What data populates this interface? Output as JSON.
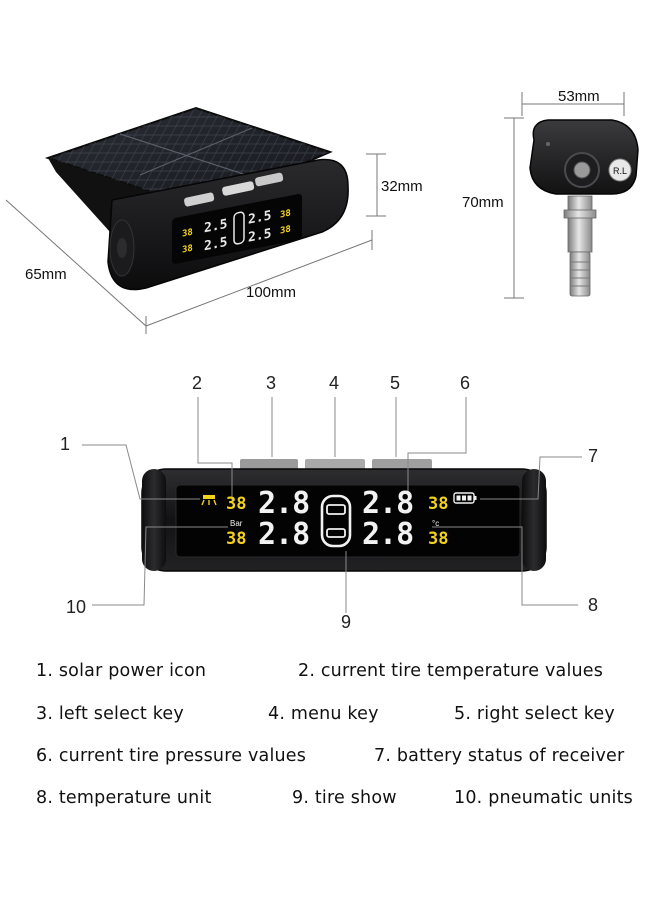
{
  "dimensions": {
    "depth": "65mm",
    "width": "100mm",
    "height": "32mm",
    "sensor_width": "53mm",
    "sensor_height": "70mm"
  },
  "sensor_label": "R.L",
  "display": {
    "left_temp_top": "38",
    "left_temp_bottom": "38",
    "right_temp_top": "38",
    "right_temp_bottom": "38",
    "pressure_fl": "2.8",
    "pressure_rl": "2.8",
    "pressure_fr": "2.8",
    "pressure_rr": "2.8",
    "pressure_unit": "Bar",
    "temp_unit": "°c"
  },
  "small_display": {
    "left_top": "38",
    "left_bottom": "38",
    "right_top": "38",
    "right_bottom": "38",
    "pressure_fl": "2.5",
    "pressure_rl": "2.5",
    "pressure_fr": "2.5",
    "pressure_rr": "2.5"
  },
  "callouts": [
    "1",
    "2",
    "3",
    "4",
    "5",
    "6",
    "7",
    "8",
    "9",
    "10"
  ],
  "legend": [
    "1. solar  power  icon",
    "2. current  tire  temperature  values",
    "3. left  select  key",
    "4. menu  key",
    "5. right  select key",
    "6. current tire pressure  values",
    "7. battery status of receiver",
    "8. temperature  unit",
    "9. tire  show",
    "10. pneumatic  units"
  ],
  "colors": {
    "lcd_white": "#f2f2f2",
    "lcd_yellow": "#f3d21c",
    "device_body": "#1a1a1c"
  }
}
